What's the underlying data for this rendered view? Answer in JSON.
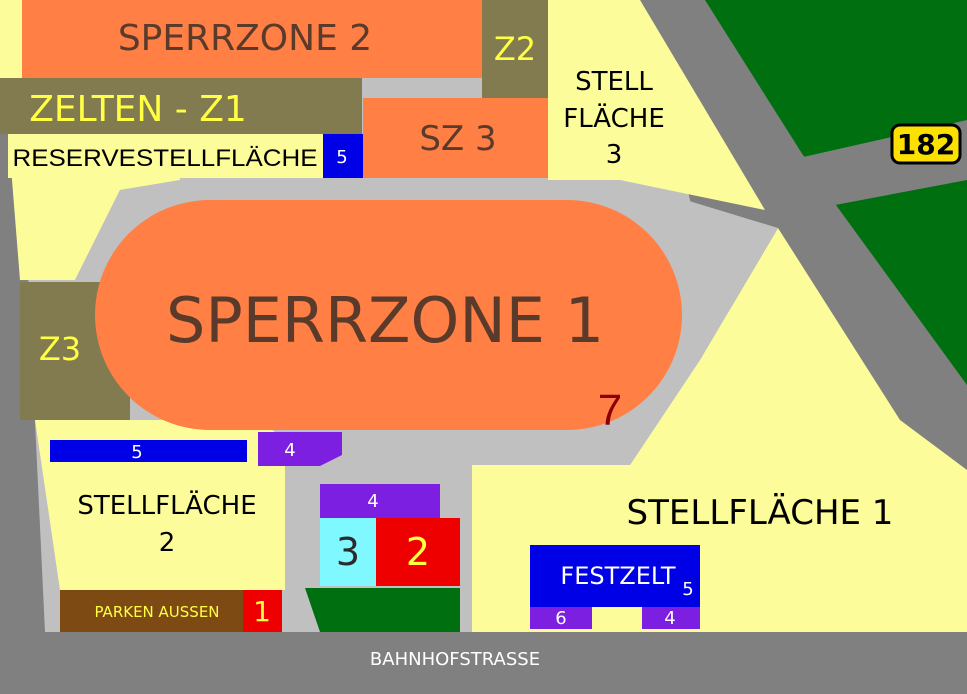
{
  "colors": {
    "orange": "#ff7f45",
    "olive": "#817b4f",
    "yellow": "#fcfc9a",
    "green": "#006f10",
    "road": "#c0c0c0",
    "dark_road": "#808080",
    "blue": "#0000e6",
    "purple": "#7d1fe0",
    "red": "#ee0000",
    "cyan": "#80f8ff",
    "brown": "#7e4a14",
    "label_dark": "#5a3a2a",
    "label_yellow": "#ffff44"
  },
  "labels": {
    "sperrzone_2": "SPERRZONE 2",
    "z2": "Z2",
    "zelten_z1": "ZELTEN - Z1",
    "reservestellflaeche": "RESERVESTELLFLÄCHE",
    "reserve_5": "5",
    "sz3": "SZ 3",
    "stellflaeche_3_line1": "STELL",
    "stellflaeche_3_line2": "FLÄCHE",
    "stellflaeche_3_line3": "3",
    "road_182": "182",
    "sperrzone_1": "SPERRZONE 1",
    "z3": "Z3",
    "marker_7": "7",
    "bar_5": "5",
    "purple_4_top": "4",
    "purple_4_center": "4",
    "stellflaeche_2_line1": "STELLFLÄCHE",
    "stellflaeche_2_line2": "2",
    "box_3": "3",
    "box_2": "2",
    "parken_aussen": "PARKEN AUSSEN",
    "box_1": "1",
    "stellflaeche_1": "STELLFLÄCHE 1",
    "festzelt": "FESTZELT",
    "festzelt_5": "5",
    "festzelt_6": "6",
    "festzelt_4": "4",
    "bahnhofstrasse": "BAHNHOFSTRASSE"
  }
}
